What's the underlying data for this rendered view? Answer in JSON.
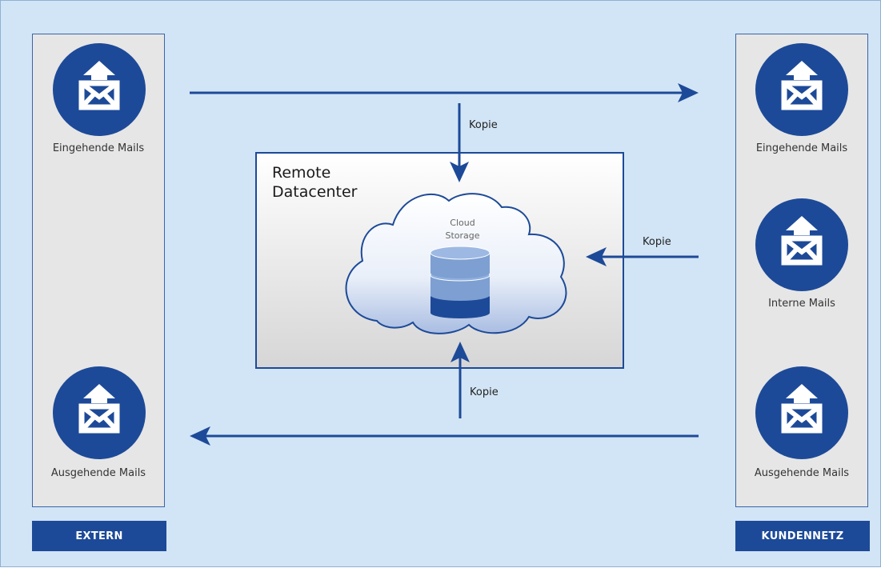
{
  "extern": {
    "footer": "EXTERN",
    "incoming": "Eingehende Mails",
    "outgoing": "Ausgehende Mails"
  },
  "kundennetz": {
    "footer": "KUNDENNETZ",
    "incoming": "Eingehende Mails",
    "internal": "Interne Mails",
    "outgoing": "Ausgehende Mails"
  },
  "datacenter": {
    "title_line1": "Remote",
    "title_line2": "Datacenter",
    "cloud_line1": "Cloud",
    "cloud_line2": "Storage"
  },
  "arrows": {
    "copy_top": "Kopie",
    "copy_right": "Kopie",
    "copy_bottom": "Kopie"
  },
  "colors": {
    "background": "#d2e5f6",
    "accent": "#1d4a98",
    "column": "#e6e6e6",
    "icon_circle": "#1d4a98"
  },
  "icons": [
    "mail-outbox-icon",
    "cloud-icon",
    "database-icon",
    "arrow-icon"
  ]
}
